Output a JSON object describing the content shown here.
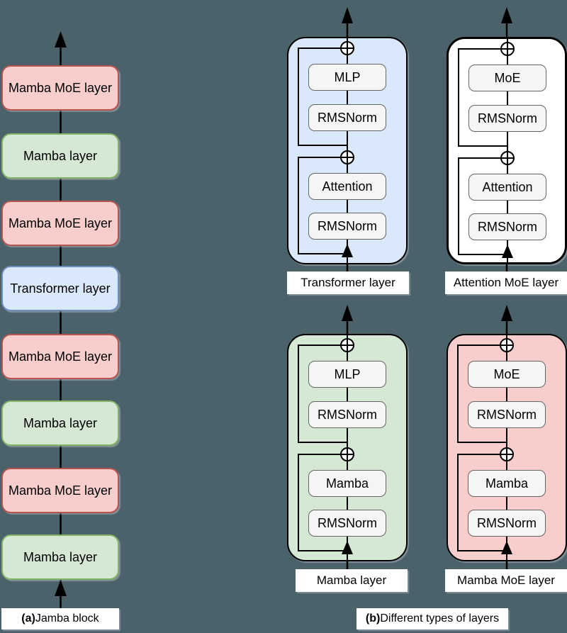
{
  "colors": {
    "background": "#4b626b",
    "red_fill": "#f8cecc",
    "red_stroke": "#b85450",
    "green_fill": "#d5e8d4",
    "green_stroke": "#82b366",
    "blue_fill": "#dae8fc",
    "blue_stroke": "#6c8ebf",
    "white_fill": "#ffffff",
    "black_stroke": "#000000",
    "sublayer_fill": "#f5f5f5",
    "sublayer_stroke": "#666666"
  },
  "panel_a": {
    "caption_prefix": "(a)",
    "caption_text": " Jamba block",
    "blocks": [
      {
        "label": "Mamba MoE layer",
        "type": "red"
      },
      {
        "label": "Mamba layer",
        "type": "green"
      },
      {
        "label": "Mamba MoE layer",
        "type": "red"
      },
      {
        "label": "Transformer layer",
        "type": "blue"
      },
      {
        "label": "Mamba MoE layer",
        "type": "red"
      },
      {
        "label": "Mamba layer",
        "type": "green"
      },
      {
        "label": "Mamba MoE layer",
        "type": "red"
      },
      {
        "label": "Mamba layer",
        "type": "green"
      }
    ]
  },
  "panel_b": {
    "caption_prefix": "(b)",
    "caption_text": " Different types of layers",
    "cards": [
      {
        "label": "Transformer layer",
        "type": "blue",
        "boxes": {
          "top": "MLP",
          "top_norm": "RMSNorm",
          "bottom": "Attention",
          "bottom_norm": "RMSNorm"
        }
      },
      {
        "label": "Attention MoE layer",
        "type": "white",
        "boxes": {
          "top": "MoE",
          "top_norm": "RMSNorm",
          "bottom": "Attention",
          "bottom_norm": "RMSNorm"
        }
      },
      {
        "label": "Mamba layer",
        "type": "green",
        "boxes": {
          "top": "MLP",
          "top_norm": "RMSNorm",
          "bottom": "Mamba",
          "bottom_norm": "RMSNorm"
        }
      },
      {
        "label": "Mamba MoE layer",
        "type": "red",
        "boxes": {
          "top": "MoE",
          "top_norm": "RMSNorm",
          "bottom": "Mamba",
          "bottom_norm": "RMSNorm"
        }
      }
    ]
  },
  "icons": {
    "residual_add": "circled-plus",
    "flow_arrow": "arrow-up"
  }
}
